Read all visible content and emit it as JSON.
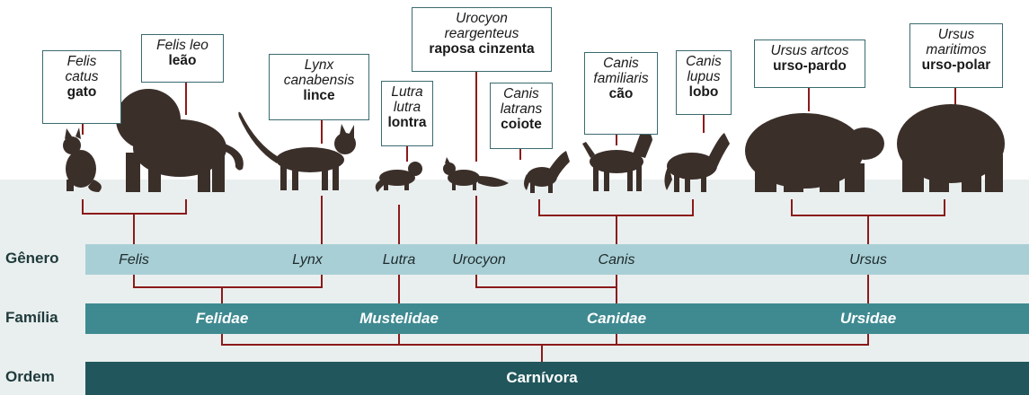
{
  "row_labels": {
    "genus": "Gênero",
    "family": "Família",
    "order": "Ordem"
  },
  "genera": [
    "Felis",
    "Lynx",
    "Lutra",
    "Urocyon",
    "Canis",
    "Ursus"
  ],
  "families": [
    "Felidae",
    "Mustelidae",
    "Canidae",
    "Ursidae"
  ],
  "order": "Carnívora",
  "species": [
    {
      "sci": "Felis catus",
      "sci_lines": [
        "Felis",
        "catus"
      ],
      "common": "gato",
      "icon": "cat-silhouette-icon"
    },
    {
      "sci": "Felis leo",
      "sci_lines": [
        "Felis leo"
      ],
      "common": "leão",
      "icon": "lion-silhouette-icon"
    },
    {
      "sci": "Lynx canabensis",
      "sci_lines": [
        "Lynx",
        "canabensis"
      ],
      "common": "lince",
      "icon": "lynx-silhouette-icon"
    },
    {
      "sci": "Lutra lutra",
      "sci_lines": [
        "Lutra",
        "lutra"
      ],
      "common": "lontra",
      "icon": "otter-silhouette-icon"
    },
    {
      "sci": "Urocyon reargenteus",
      "sci_lines": [
        "Urocyon",
        "reargenteus"
      ],
      "common": "raposa cinzenta",
      "icon": "fox-silhouette-icon"
    },
    {
      "sci": "Canis latrans",
      "sci_lines": [
        "Canis",
        "latrans"
      ],
      "common": "coiote",
      "icon": "coyote-silhouette-icon"
    },
    {
      "sci": "Canis familiaris",
      "sci_lines": [
        "Canis",
        "familiaris"
      ],
      "common": "cão",
      "icon": "dog-silhouette-icon"
    },
    {
      "sci": "Canis lupus",
      "sci_lines": [
        "Canis",
        "lupus"
      ],
      "common": "lobo",
      "icon": "wolf-silhouette-icon"
    },
    {
      "sci": "Ursus artcos",
      "sci_lines": [
        "Ursus artcos"
      ],
      "common": "urso-pardo",
      "icon": "brown-bear-silhouette-icon"
    },
    {
      "sci": "Ursus maritimos",
      "sci_lines": [
        "Ursus",
        "maritimos"
      ],
      "common": "urso-polar",
      "icon": "polar-bear-silhouette-icon"
    }
  ],
  "colors": {
    "genus_band": "#a9cfd6",
    "family_band": "#3f8a91",
    "order_band": "#21575c",
    "tree_line": "#8b1a1a",
    "silhouette": "#3b2f2a",
    "box_border": "#3a6b6f"
  }
}
